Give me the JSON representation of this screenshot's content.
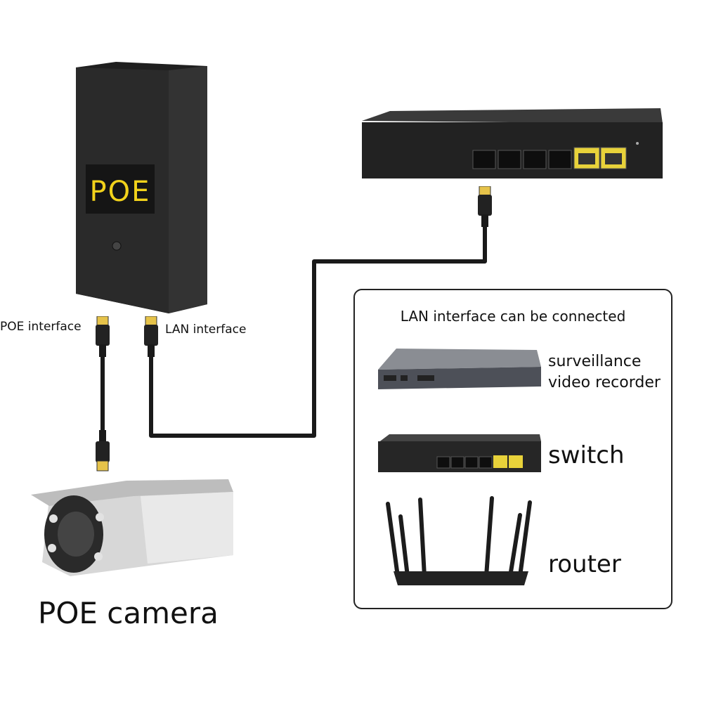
{
  "injector": {
    "badge": "POE"
  },
  "labels": {
    "poe_interface": "POE interface",
    "lan_interface": "LAN interface",
    "poe_camera": "POE camera"
  },
  "panel": {
    "title": "LAN interface can be connected",
    "items": [
      {
        "label_line1": "surveillance",
        "label_line2": "video recorder",
        "icon": "nvr-icon"
      },
      {
        "label": "switch",
        "icon": "switch-icon"
      },
      {
        "label": "router",
        "icon": "router-icon"
      }
    ]
  },
  "colors": {
    "device_dark": "#2b2b2b",
    "poe_yellow": "#f2d21b",
    "port_yellow": "#e8d23a",
    "cable": "#1a1a1a"
  }
}
